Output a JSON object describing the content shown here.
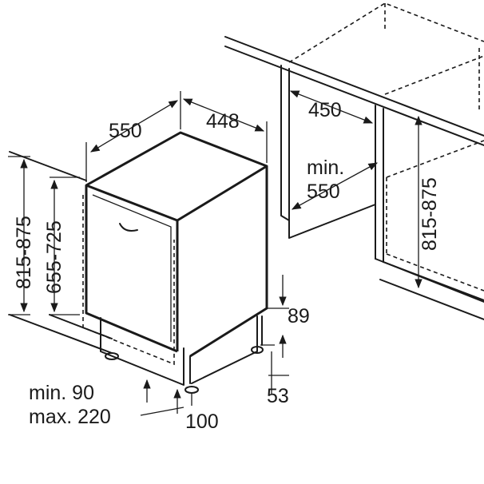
{
  "dimensions": {
    "width_550": "550",
    "depth_448": "448",
    "niche_depth_450": "450",
    "niche_min_label": "min.",
    "niche_min_value": "550",
    "niche_height": "815-875",
    "overall_height": "815-875",
    "body_height": "655-725",
    "plinth_89": "89",
    "plinth_53": "53",
    "plinth_min": "min. 90",
    "plinth_max": "max. 220",
    "foot_100": "100"
  },
  "colors": {
    "line": "#1a1a1a",
    "background": "#ffffff"
  }
}
